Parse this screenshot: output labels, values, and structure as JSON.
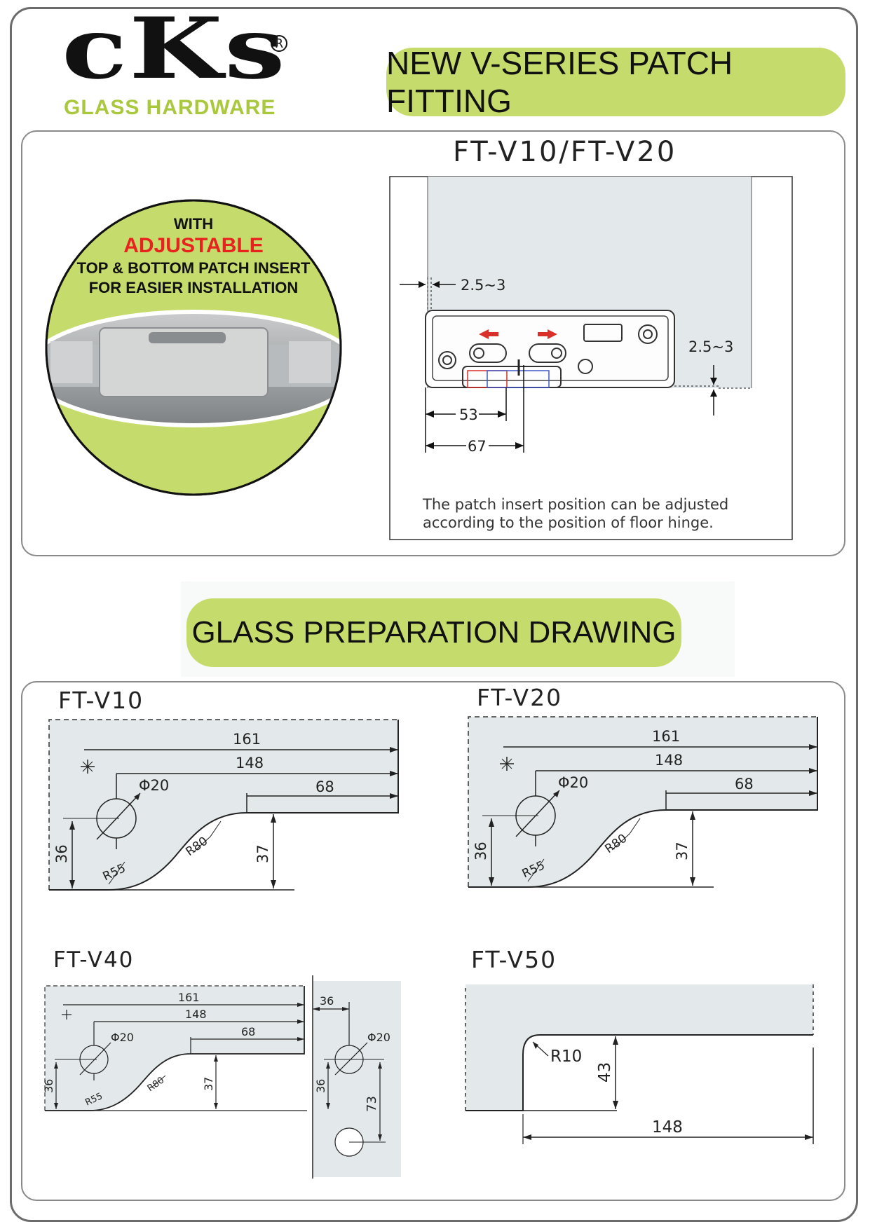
{
  "brand": {
    "logo_text": "cKs",
    "registered_mark": "R",
    "tagline": "GLASS HARDWARE",
    "tagline_color": "#a9c83d"
  },
  "header": {
    "title": "NEW V-SERIES PATCH FITTING",
    "pill_color": "#c5dc6c"
  },
  "feature": {
    "line1": "WITH",
    "line2": "ADJUSTABLE",
    "line3": "TOP & BOTTOM PATCH INSERT",
    "line4": "FOR EASIER INSTALLATION",
    "highlight_color": "#e8231f",
    "circle_color": "#c5dc6c"
  },
  "top_diagram": {
    "title": "FT-V10/FT-V20",
    "dim_side": "2.5~3",
    "dim_bottom": "2.5~3",
    "dim_53": "53",
    "dim_67": "67",
    "caption_line1": "The patch insert position can be adjusted",
    "caption_line2": "according to the position of floor hinge."
  },
  "section2": {
    "title": "GLASS PREPARATION DRAWING"
  },
  "drawings": {
    "v10": {
      "title": "FT-V10",
      "d161": "161",
      "d148": "148",
      "d68": "68",
      "phi": "Φ20",
      "d36": "36",
      "d37": "37",
      "r55": "R55",
      "r80": "R80"
    },
    "v20": {
      "title": "FT-V20",
      "d161": "161",
      "d148": "148",
      "d68": "68",
      "phi": "Φ20",
      "d36": "36",
      "d37": "37",
      "r55": "R55",
      "r80": "R80"
    },
    "v40": {
      "title": "FT-V40",
      "d161": "161",
      "d148": "148",
      "d68": "68",
      "phi": "Φ20",
      "d36": "36",
      "d37": "37",
      "r55": "R55",
      "r80": "R80",
      "side_d36_top": "36",
      "side_phi": "Φ20",
      "side_d36": "36",
      "side_d73": "73"
    },
    "v50": {
      "title": "FT-V50",
      "r10": "R10",
      "d43": "43",
      "d148": "148"
    }
  },
  "colors": {
    "glass_fill": "#e3e9ea",
    "line": "#222222"
  }
}
